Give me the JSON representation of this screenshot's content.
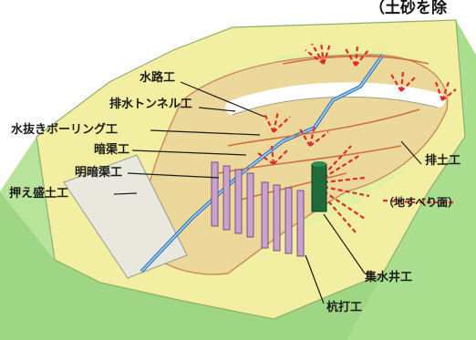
{
  "caption": "（土砂を除",
  "labels": {
    "water_channel": "水路工",
    "drainage_tunnel": "排水トンネル工",
    "drainage_boring": "水抜きボーリング工",
    "underdrain": "暗渠工",
    "open_underdrain": "明暗渠工",
    "counterweight_fill": "押え盛土工",
    "soil_removal": "排土工",
    "slip_surface": "（地すべり面）",
    "collecting_well": "集水井工",
    "piling": "杭打工"
  },
  "colors": {
    "slope_surface": "#f3efa2",
    "ground_side": "#a9df8f",
    "ground_front": "#9fd684",
    "bright_grass": "#d8f0a3",
    "drain_lines": "#e02a2a",
    "channel": "#3d7fbf",
    "well": "#1f6b3a",
    "piles": "#c9a3cc"
  }
}
